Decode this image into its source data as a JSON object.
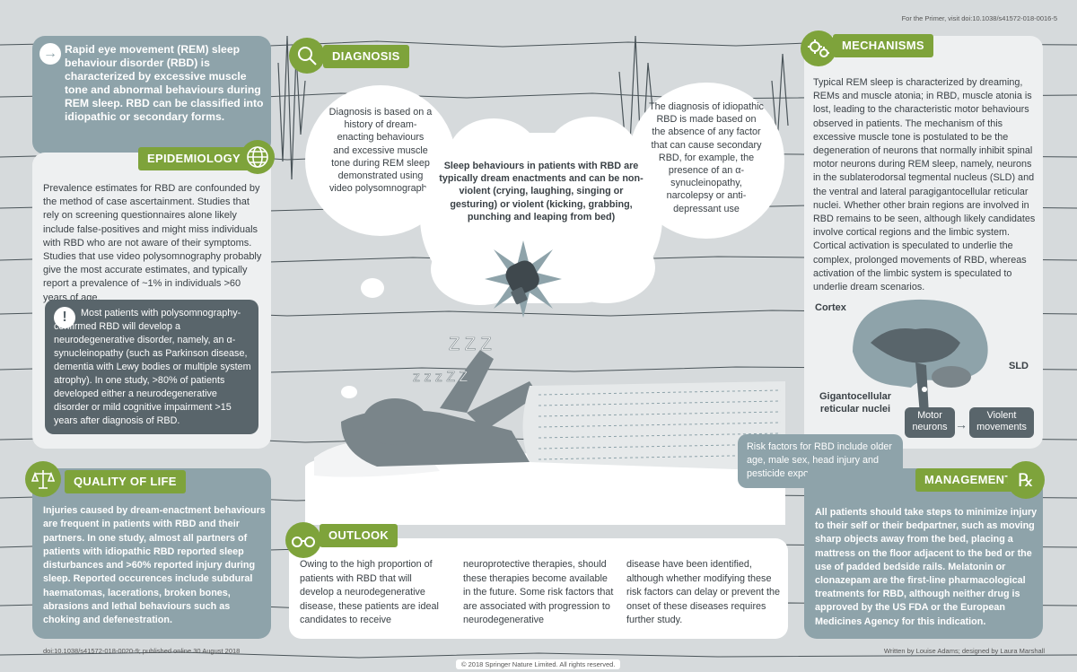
{
  "primer_note": "For the Primer, visit doi:10.1038/s41572-018-0016-5",
  "intro": "Rapid eye movement (REM) sleep behaviour disorder (RBD) is characterized by excessive muscle tone and abnormal behaviours during REM sleep. RBD can be classified into idiopathic or secondary forms.",
  "epidemiology": {
    "title": "EPIDEMIOLOGY",
    "text": "Prevalence estimates for RBD are confounded by the method of case ascertainment. Studies that rely on screening questionnaires alone likely include false-positives and might miss individuals with RBD who are not aware of their symptoms. Studies that use video polysomnography probably give the most accurate estimates, and typically report a prevalence of ~1% in individuals >60 years of age.",
    "callout": "Most patients with polysomnography-confirmed RBD will develop a neurodegenerative disorder, namely, an α-synucleinopathy (such as Parkinson disease, dementia with Lewy bodies or multiple system atrophy). In one study, >80% of patients developed either a neurodegenerative disorder or mild cognitive impairment >15 years after diagnosis of RBD."
  },
  "diagnosis": {
    "title": "DIAGNOSIS",
    "left": "Diagnosis is based on a history of dream-enacting behaviours and excessive muscle tone during REM sleep demonstrated using video polysomnography",
    "right": "The diagnosis of idiopathic RBD is made based on the absence of any factor that can cause secondary RBD, for example, the presence of an α-synucleinopathy, narcolepsy or anti-depressant use",
    "center": "Sleep behaviours in patients with RBD are typically dream enactments and can be non-violent (crying, laughing, singing or gesturing) or violent (kicking, grabbing, punching and leaping from bed)"
  },
  "mechanisms": {
    "title": "MECHANISMS",
    "text": "Typical REM sleep is characterized by dreaming, REMs and muscle atonia; in RBD, muscle atonia is lost, leading to the characteristic motor behaviours observed in patients. The mechanism of this excessive muscle tone is postulated to be the degeneration of neurons that normally inhibit spinal motor neurons during REM sleep, namely, neurons in the sublaterodorsal tegmental nucleus (SLD) and the ventral and lateral paragigantocellular reticular nuclei. Whether other brain regions are involved in RBD remains to be seen, although likely candidates involve cortical regions and the limbic system. Cortical activation is speculated to underlie the complex, prolonged movements of RBD, whereas activation of the limbic system is speculated to underlie dream scenarios.",
    "label_cortex": "Cortex",
    "label_sld": "SLD",
    "label_gigantocellular": "Gigantocellular reticular nuclei",
    "box_motor": "Motor neurons",
    "box_violent": "Violent movements"
  },
  "risk_factors": "Risk factors for RBD include older age, male sex, head injury and pesticide exposure",
  "quality_of_life": {
    "title": "QUALITY OF LIFE",
    "text": "Injuries caused by dream-enactment behaviours are frequent in patients with RBD and their partners. In one study, almost all partners of patients with idiopathic RBD reported sleep disturbances and >60% reported injury during sleep. Reported occurences include subdural haematomas, lacerations, broken bones, abrasions and lethal behaviours such as choking and defenestration."
  },
  "outlook": {
    "title": "OUTLOOK",
    "col1": "Owing to the high proportion of patients with RBD that will develop a neurodegenerative disease, these patients are ideal candidates to receive",
    "col2": "neuroprotective therapies, should these therapies become available in the future. Some risk factors that are associated with progression to neurodegenerative",
    "col3": "disease have been identified, although whether modifying these risk factors can delay or prevent the onset of these diseases requires further study."
  },
  "management": {
    "title": "MANAGEMENT",
    "text": "All patients should take steps to minimize injury to their self or their bedpartner, such as moving sharp objects away from the bed, placing a mattress on the floor adjacent to the bed or the use of padded bedside rails. Melatonin or clonazepam are the first-line pharmacological treatments for RBD, although neither drug is approved by the US FDA or the European Medicines Agency for this indication."
  },
  "footer": {
    "doi": "doi:10.1038/s41572-018-0020-9; published online 30 August 2018",
    "copyright": "© 2018 Springer Nature Limited. All rights reserved.",
    "credits": "Written by Louise Adams; designed by Laura Marshall"
  },
  "colors": {
    "green": "#7ea33b",
    "slate": "#59656b",
    "teal": "#8ea3aa",
    "panel": "#eef0f1",
    "background": "#d6dadc"
  }
}
